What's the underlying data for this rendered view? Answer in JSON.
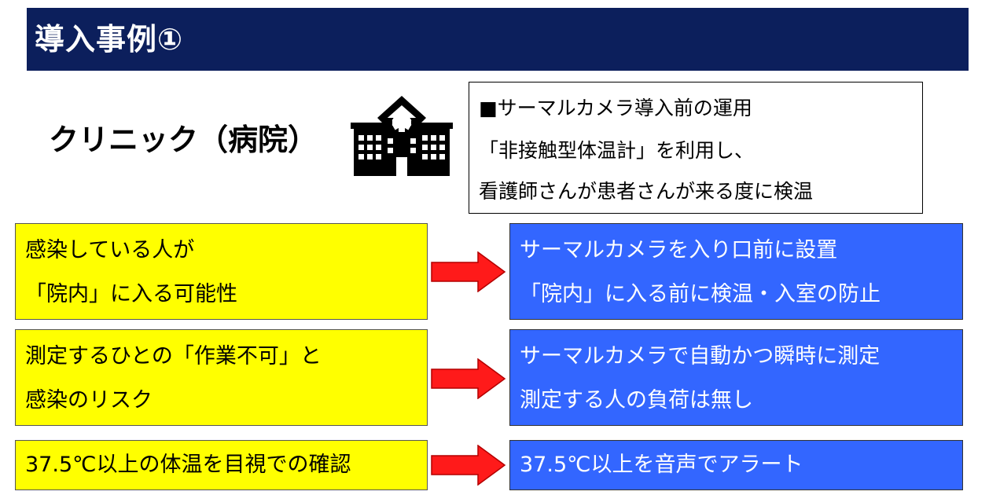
{
  "header": {
    "title": "導入事例①"
  },
  "clinic": {
    "title": "クリニック（病院）",
    "icon": "hospital-icon"
  },
  "note": {
    "line1": "■サーマルカメラ導入前の運用",
    "line2": "「非接触型体温計」を利用し、",
    "line3": "看護師さんが患者さんが来る度に検温"
  },
  "rows": [
    {
      "problem": [
        "感染している人が",
        "「院内」に入る可能性"
      ],
      "solution": [
        "サーマルカメラを入り口前に設置",
        "「院内」に入る前に検温・入室の防止"
      ]
    },
    {
      "problem": [
        "測定するひとの「作業不可」と",
        "感染のリスク"
      ],
      "solution": [
        "サーマルカメラで自動かつ瞬時に測定",
        "測定する人の負荷は無し"
      ]
    },
    {
      "problem": [
        "37.5℃以上の体温を目視での確認"
      ],
      "solution": [
        "37.5℃以上を音声でアラート"
      ]
    }
  ],
  "colors": {
    "header_bg": "#0c1f5c",
    "problem_bg": "#ffff00",
    "solution_bg": "#3366ff",
    "arrow": "#ff1a1a"
  }
}
